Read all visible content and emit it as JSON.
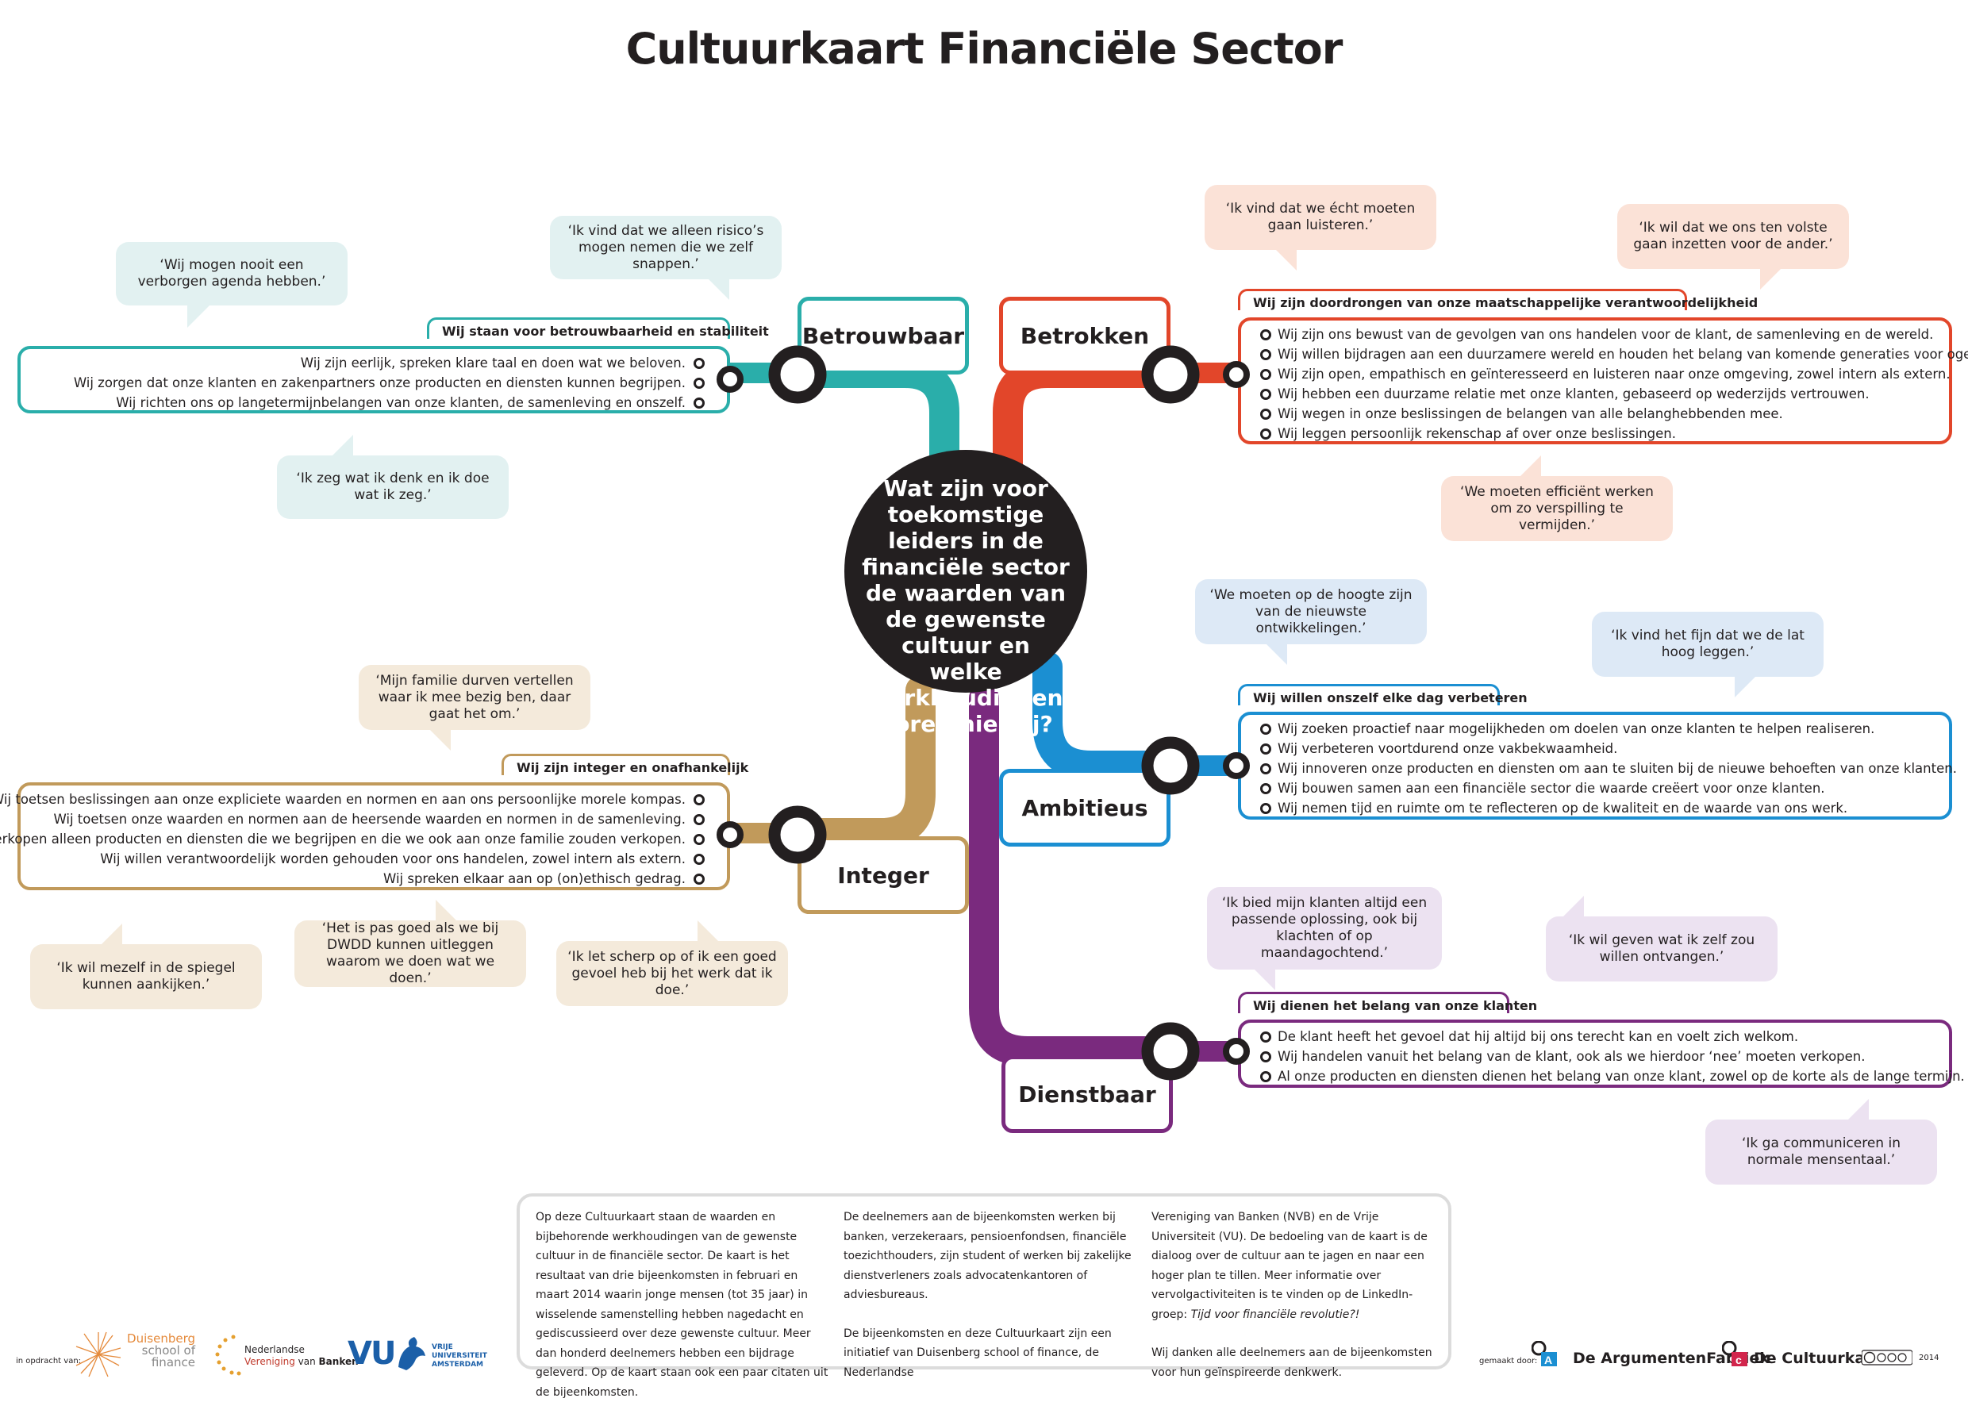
{
  "title": "Cultuurkaart Financiële Sector",
  "center_question": "Wat zijn voor toekomstige leiders in de financiële sector de waarden van de gewenste cultuur en welke werkhoudingen horen hierbij?",
  "colors": {
    "betrouwbaar": "#2aaeaa",
    "betrokken": "#e2462a",
    "ambitieus": "#1b8fd2",
    "integer": "#c19a5b",
    "dienstbaar": "#7a2a7e",
    "center": "#231f20"
  },
  "values": {
    "betrouwbaar": {
      "label": "Betrouwbaar",
      "heading": "Wij staan voor betrouwbaarheid en stabiliteit",
      "items": [
        "Wij zijn eerlijk, spreken klare taal en doen wat we beloven.",
        "Wij zorgen dat onze klanten en zakenpartners onze producten en diensten kunnen begrijpen.",
        "Wij richten ons op langetermijnbelangen van onze klanten, de samenleving en onszelf."
      ],
      "quotes": [
        "‘Wij mogen nooit een verborgen agenda hebben.’",
        "‘Ik vind dat we alleen risico’s mogen nemen die we zelf snappen.’",
        "‘Ik zeg wat ik denk en ik doe wat ik zeg.’"
      ]
    },
    "betrokken": {
      "label": "Betrokken",
      "heading": "Wij zijn doordrongen van onze maatschappelijke verantwoordelijkheid",
      "items": [
        "Wij zijn ons bewust van de gevolgen van ons handelen voor de klant, de samenleving en de wereld.",
        "Wij willen bijdragen aan een duurzamere wereld en houden het belang van komende generaties voor ogen.",
        "Wij zijn open, empathisch en geïnteresseerd en luisteren naar onze omgeving, zowel intern als extern.",
        "Wij hebben een duurzame relatie met onze klanten, gebaseerd op wederzijds vertrouwen.",
        "Wij wegen in onze beslissingen de belangen van alle belanghebbenden mee.",
        "Wij leggen persoonlijk rekenschap af over onze beslissingen."
      ],
      "quotes": [
        "‘Ik vind dat we écht moeten gaan luisteren.’",
        "‘Ik wil dat we ons ten volste gaan inzetten voor de ander.’",
        "‘We moeten efficiënt werken om zo verspilling te vermijden.’"
      ]
    },
    "ambitieus": {
      "label": "Ambitieus",
      "heading": "Wij willen onszelf elke dag verbeteren",
      "items": [
        "Wij zoeken proactief naar mogelijkheden om doelen van onze klanten te helpen realiseren.",
        "Wij verbeteren voortdurend onze vakbekwaamheid.",
        "Wij innoveren onze producten en diensten om aan te sluiten bij de nieuwe behoeften van onze klanten.",
        "Wij bouwen samen aan een financiële sector die waarde creëert voor onze klanten.",
        "Wij nemen tijd en ruimte om te reflecteren op de kwaliteit en de waarde van ons werk."
      ],
      "quotes": [
        "‘We moeten op de hoogte zijn van de nieuwste ontwikkelingen.’",
        "‘Ik vind het fijn dat we de lat hoog leggen.’"
      ]
    },
    "integer": {
      "label": "Integer",
      "heading": "Wij zijn integer en onafhankelijk",
      "items": [
        "Wij toetsen beslissingen aan onze expliciete waarden en normen en aan ons persoonlijke morele kompas.",
        "Wij toetsen onze waarden en normen aan de heersende waarden en normen in de samenleving.",
        "Wij verkopen alleen producten en diensten die we begrijpen en die we ook aan onze familie zouden verkopen.",
        "Wij willen verantwoordelijk worden gehouden voor ons handelen, zowel intern als extern.",
        "Wij spreken elkaar aan op (on)ethisch gedrag."
      ],
      "quotes": [
        "‘Mijn familie durven vertellen waar ik mee bezig ben, daar gaat het om.’",
        "‘Ik wil mezelf in de spiegel kunnen aankijken.’",
        "‘Het is pas goed als we bij DWDD kunnen uitleggen waarom we doen wat we doen.’",
        "‘Ik let scherp op of ik een goed gevoel heb bij het werk dat ik doe.’"
      ]
    },
    "dienstbaar": {
      "label": "Dienstbaar",
      "heading": "Wij dienen het belang van onze klanten",
      "items": [
        "De klant heeft het gevoel dat hij altijd bij ons terecht kan en voelt zich welkom.",
        "Wij handelen vanuit het belang van de klant, ook als we hierdoor ‘nee’ moeten verkopen.",
        "Al onze producten en diensten dienen het belang van onze klant, zowel op de korte als de lange termijn."
      ],
      "quotes": [
        "‘Ik bied mijn klanten altijd een passende oplossing, ook bij klachten of op maandagochtend.’",
        "‘Ik wil geven wat ik zelf zou willen ontvangen.’",
        "‘Ik ga communiceren in normale mensentaal.’"
      ]
    }
  },
  "info": {
    "col1": "Op deze Cultuurkaart staan de waarden en bijbehorende werkhoudingen van de gewenste cultuur in de financiële sector. De kaart is het resultaat van drie bijeenkomsten in februari en maart 2014 waarin jonge mensen (tot 35 jaar) in wisselende samenstelling hebben nagedacht en gediscussieerd over deze gewenste cultuur. Meer dan honderd deelnemers hebben een bijdrage geleverd. Op de kaart staan ook een paar citaten uit de bijeenkomsten.",
    "col2a": "De deelnemers aan de bijeenkomsten werken bij banken, verzekeraars, pensioenfondsen, financiële toezichthouders, zijn student of werken bij zakelijke dienstverleners zoals advocatenkantoren of adviesbureaus.",
    "col2b": "De bijeenkomsten en deze Cultuurkaart zijn een initiatief van Duisenberg school of finance, de Nederlandse",
    "col3a": "Vereniging van Banken (NVB) en de Vrije Universiteit (VU). De bedoeling van de kaart is de dialoog over de cultuur aan te jagen en naar een hoger plan te tillen. Meer informatie over vervolgactiviteiten is te vinden op de LinkedIn-groep: ",
    "col3a_italic": "Tijd voor financiële revolutie?!",
    "col3b": "Wij danken alle deelnemers aan de bijeenkomsten voor hun geïnspireerde denkwerk."
  },
  "footer": {
    "in_opdracht": "in opdracht van:",
    "duisenberg_1": "Duisenberg",
    "duisenberg_2": "school of",
    "duisenberg_3": "finance",
    "nvb_1": "Nederlandse",
    "nvb_2a": "Vereniging",
    "nvb_2b": " van ",
    "nvb_2c": "Banken",
    "vu": "VU",
    "vu_sub_1": "VRIJE",
    "vu_sub_2": "UNIVERSITEIT",
    "vu_sub_3": "AMSTERDAM",
    "gemaakt_door": "gemaakt door:",
    "argumentenfabriek": "De ArgumentenFabriek",
    "cultuurkaart": "De Cultuurkaart",
    "year": "2014"
  }
}
